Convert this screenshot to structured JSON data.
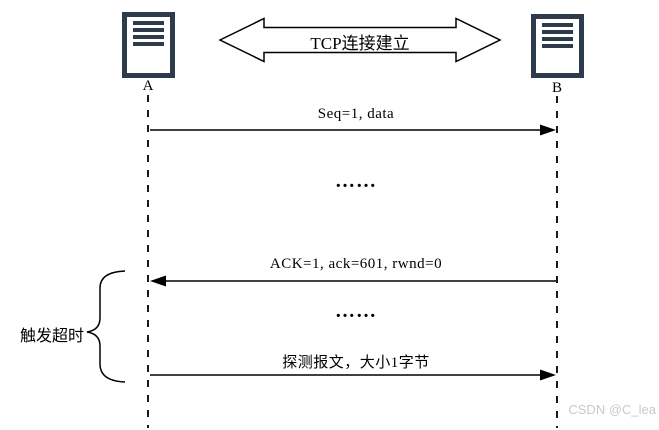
{
  "diagram": {
    "title": "TCP zero-window probe sequence diagram",
    "colors": {
      "background": "#ffffff",
      "ink": "#000000",
      "host": "#2e3b4d",
      "watermark": "#c9c9c9"
    },
    "endpoints": {
      "a": {
        "label": "A"
      },
      "b": {
        "label": "B"
      }
    },
    "banner": {
      "label": "TCP连接建立"
    },
    "messages": {
      "seq": {
        "label": "Seq=1, data",
        "from": "A",
        "to": "B"
      },
      "ellipsis1": {
        "label": "……"
      },
      "ack": {
        "label": "ACK=1, ack=601, rwnd=0",
        "from": "B",
        "to": "A"
      },
      "ellipsis2": {
        "label": "……"
      },
      "probe": {
        "label": "探测报文，大小1字节",
        "from": "A",
        "to": "B"
      }
    },
    "annotation": {
      "label": "触发超时"
    },
    "watermark": {
      "label": "CSDN @C_lea"
    }
  }
}
